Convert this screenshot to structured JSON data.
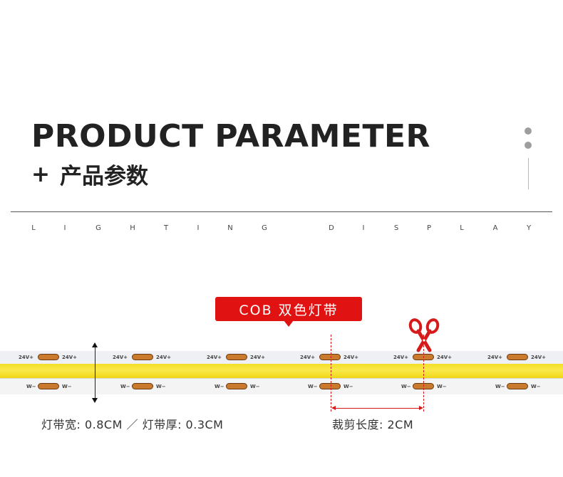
{
  "header": {
    "title": "PRODUCT PARAMETER",
    "subtitle_plus": "+",
    "subtitle": "产品参数"
  },
  "tagline_letters": [
    "L",
    "I",
    "G",
    "H",
    "T",
    "I",
    "N",
    "G",
    "D",
    "I",
    "S",
    "P",
    "L",
    "A",
    "Y"
  ],
  "badge": {
    "label": "COB 双色灯带"
  },
  "strip": {
    "top_label": "24V+",
    "bottom_label": "W−"
  },
  "specs": {
    "width_thickness": "灯带宽: 0.8CM ／ 灯带厚: 0.3CM",
    "cut_length": "裁剪长度: 2CM"
  },
  "colors": {
    "accent": "#e01212",
    "led_yellow": "#f7e33a",
    "pad_copper": "#c97a2c"
  }
}
